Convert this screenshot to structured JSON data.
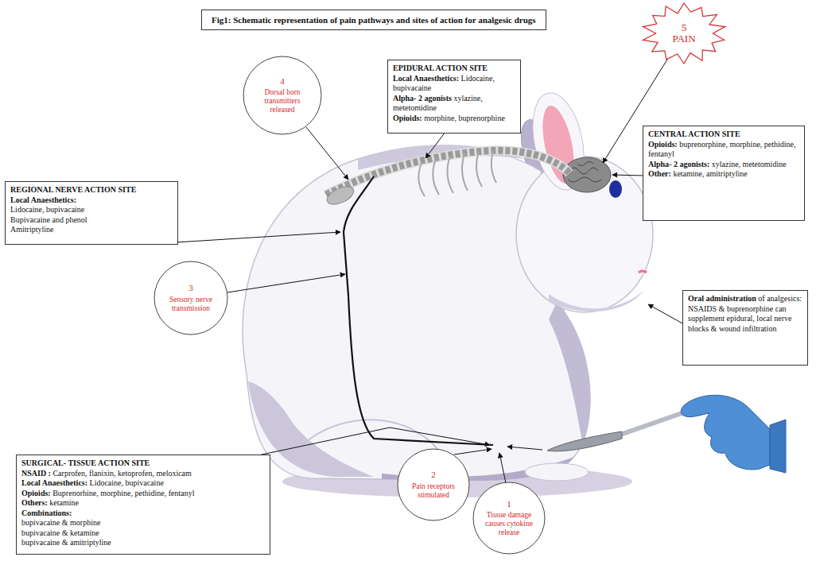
{
  "diagram": {
    "title": "Fig1: Schematic representation of pain pathways and sites of action for analgesic drugs",
    "nodes": [
      {
        "text": [
          "5",
          "PAIN"
        ]
      },
      {
        "text": [
          "4",
          "Dorsal horn transmitters released"
        ]
      },
      {
        "text": [
          "EPIDURAL ACTION SITE",
          "Local Anaesthetics:",
          "Lidocaine, bupivacaine",
          "Alpha- 2 agonists",
          "xylazine, metetomidine",
          "Opioids:",
          "morphine, buprenorphine"
        ]
      },
      {
        "text": [
          "CENTRAL ACTION SITE",
          "Opioids:",
          "buprenorphine, morphine, pethidine, fentanyl",
          "Alpha- 2 agonists:",
          "xylazine, metetomidine",
          "Other:",
          "ketamine, amitriptyline"
        ]
      },
      {
        "text": [
          "REGIONAL NERVE ACTION SITE",
          "Local Anaesthetics:",
          "Lidocaine, bupivacaine",
          "Bupivacaine and phenol",
          "Amitriptyline"
        ]
      },
      {
        "text": [
          "3",
          "Sensory nerve transmission"
        ]
      },
      {
        "text": [
          "Oral administration",
          "of analgesics: NSAIDS & buprenorphine can supplement epidural, local nerve blocks & wound infiltration"
        ]
      },
      {
        "text": [
          "SURGICAL- TISSUE ACTION SITE",
          "NSAID :",
          "Carprofen, flanixin, ketoprofen, meloxicam",
          "Local Anaesthetics:",
          "Lidocaine, bupivacaine",
          "Opioids:",
          "Buprenorhine, morphine, pethidine, fentanyl",
          "Others:",
          "ketamine",
          "Combinations:",
          "bupivacaine & morphine",
          "bupivacaine & ketamine",
          "bupivacaine & amitriptyline"
        ]
      },
      {
        "text": [
          "2",
          "Pain receptors stimulated"
        ]
      },
      {
        "text": [
          "1",
          "Tissue damage causes cytokine release"
        ]
      }
    ]
  }
}
